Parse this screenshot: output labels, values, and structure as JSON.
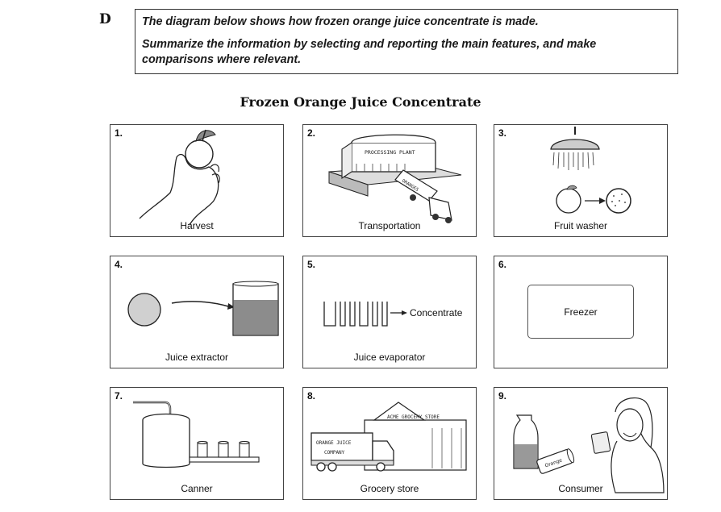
{
  "header": {
    "letter": "D",
    "task_line1": "The diagram below shows how frozen orange juice concentrate is made.",
    "task_line2": "Summarize the information by selecting and reporting the main features, and make comparisons where relevant."
  },
  "diagram": {
    "title": "Frozen Orange Juice Concentrate",
    "steps": [
      {
        "number": "1.",
        "label": "Harvest",
        "icon": "hand-holding-orange-icon"
      },
      {
        "number": "2.",
        "label": "Transportation",
        "icon": "processing-plant-truck-icon",
        "building_sign": "PROCESSING PLANT",
        "truck_sign": "ORANGES"
      },
      {
        "number": "3.",
        "label": "Fruit washer",
        "icon": "shower-washing-orange-icon"
      },
      {
        "number": "4.",
        "label": "Juice extractor",
        "icon": "orange-to-juice-glass-icon"
      },
      {
        "number": "5.",
        "label": "Juice evaporator",
        "icon": "evaporator-tubes-icon",
        "output_label": "Concentrate"
      },
      {
        "number": "6.",
        "label": "",
        "icon": "freezer-box-icon",
        "box_label": "Freezer"
      },
      {
        "number": "7.",
        "label": "Canner",
        "icon": "canning-machine-icon"
      },
      {
        "number": "8.",
        "label": "Grocery store",
        "icon": "grocery-store-truck-icon",
        "store_sign": "ACME GROCERY STORE",
        "truck_sign_1": "ORANGE JUICE",
        "truck_sign_2": "COMPANY"
      },
      {
        "number": "9.",
        "label": "Consumer",
        "icon": "woman-drinking-juice-icon",
        "can_label": "Orange"
      }
    ]
  }
}
